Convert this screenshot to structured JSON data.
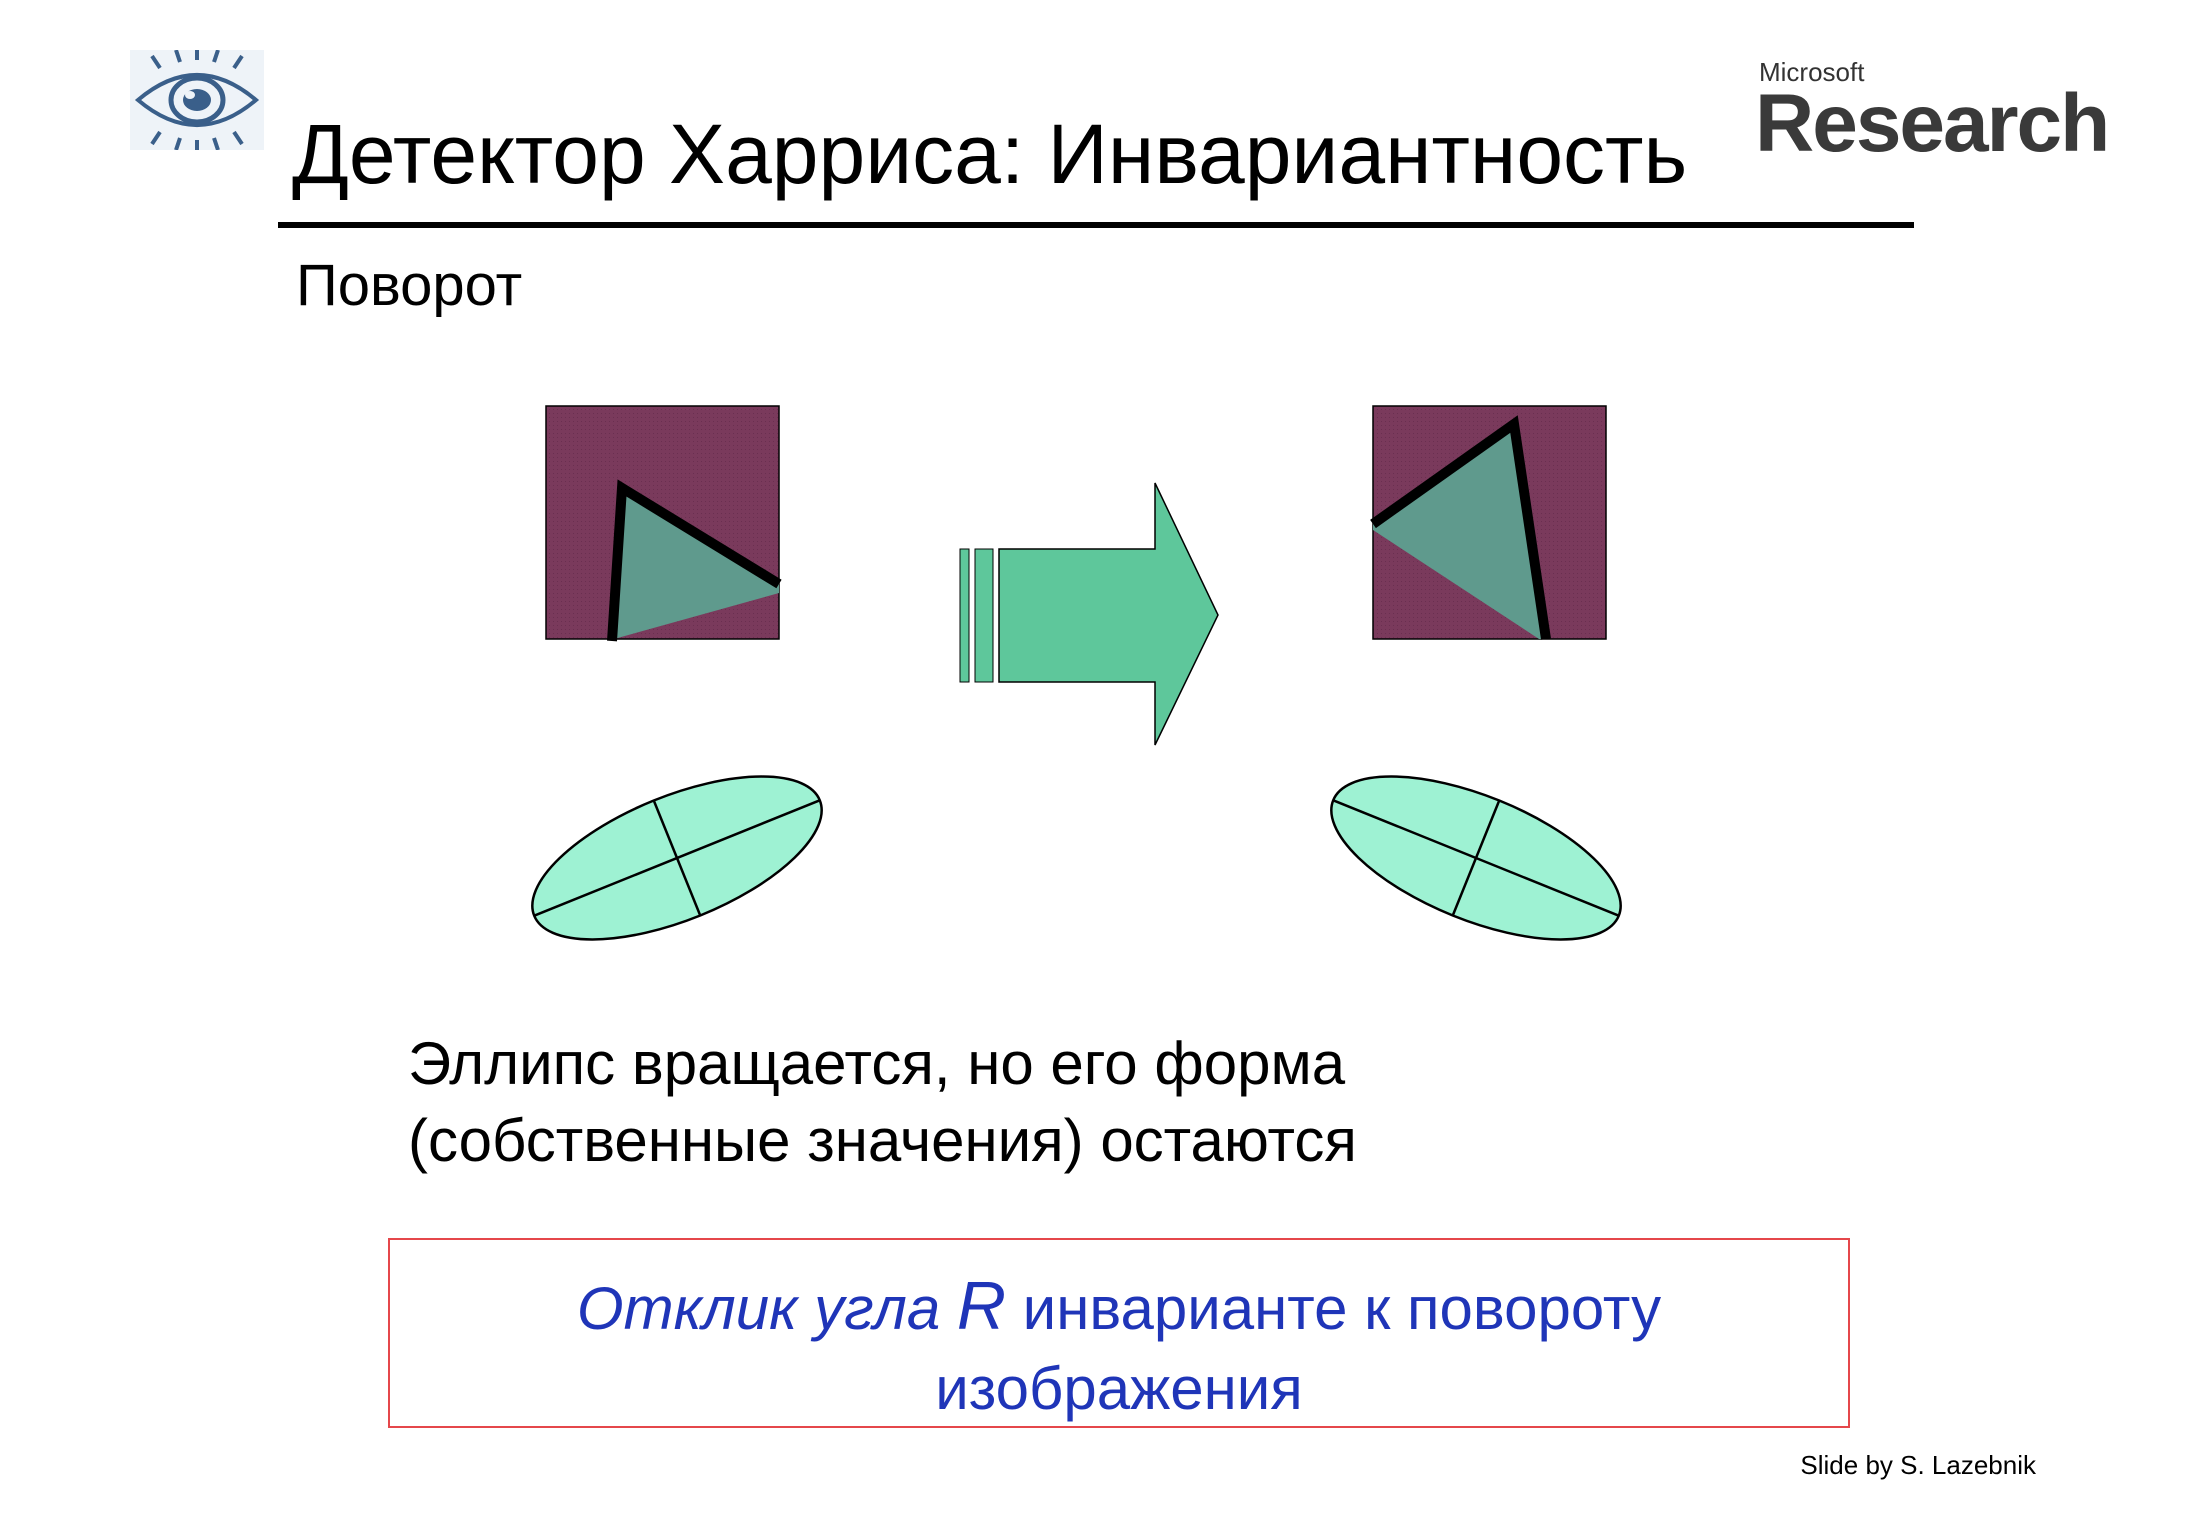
{
  "slide": {
    "title": "Детектор Харриса: Инвариантность",
    "subtitle": "Поворот",
    "caption_lines": [
      "Эллипс вращается, но его форма",
      "(собственные значения) остаются"
    ],
    "result": {
      "italic_prefix": "Отклик угла ",
      "symbol": "R",
      "rest_line1": " инварианте к повороту",
      "line2": "изображения"
    },
    "credit": "Slide by S. Lazebnik"
  },
  "logos": {
    "left": "eye-logo",
    "right_small": "Microsoft",
    "right_big": "Research"
  },
  "colors": {
    "square_fill": "#7a3a5c",
    "triangle_fill": "#5f9a8d",
    "arrow_fill": "#5ec79b",
    "ellipse_fill": "#9ef2d3",
    "result_text": "#1f35b8",
    "result_border": "#e5474b"
  }
}
